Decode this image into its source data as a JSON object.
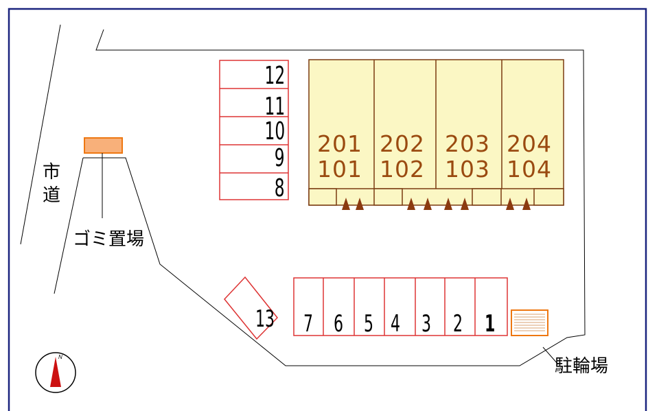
{
  "road_label": [
    "市",
    "道"
  ],
  "garbage_label": "ゴミ置場",
  "bicycle_label": "駐輪場",
  "parking_top": [
    "12",
    "11",
    "10",
    "9",
    "8"
  ],
  "parking_bottom": [
    "7",
    "6",
    "5",
    "4",
    "3",
    "2",
    "1"
  ],
  "parking_angled": "13",
  "units_upper": [
    "201",
    "202",
    "203",
    "204"
  ],
  "units_lower": [
    "101",
    "102",
    "103",
    "104"
  ],
  "compass_letter": "N",
  "colors": {
    "frame": "#1a237e",
    "parking_line": "#dd3333",
    "building_fill": "#fbf7c4",
    "building_stroke": "#7a3a10",
    "unit_text": "#9a4a10",
    "orange": "#ee7711",
    "orange_fill": "#f8b07a",
    "entrance_mark": "#8b3a10",
    "compass_red": "#cc1111"
  }
}
